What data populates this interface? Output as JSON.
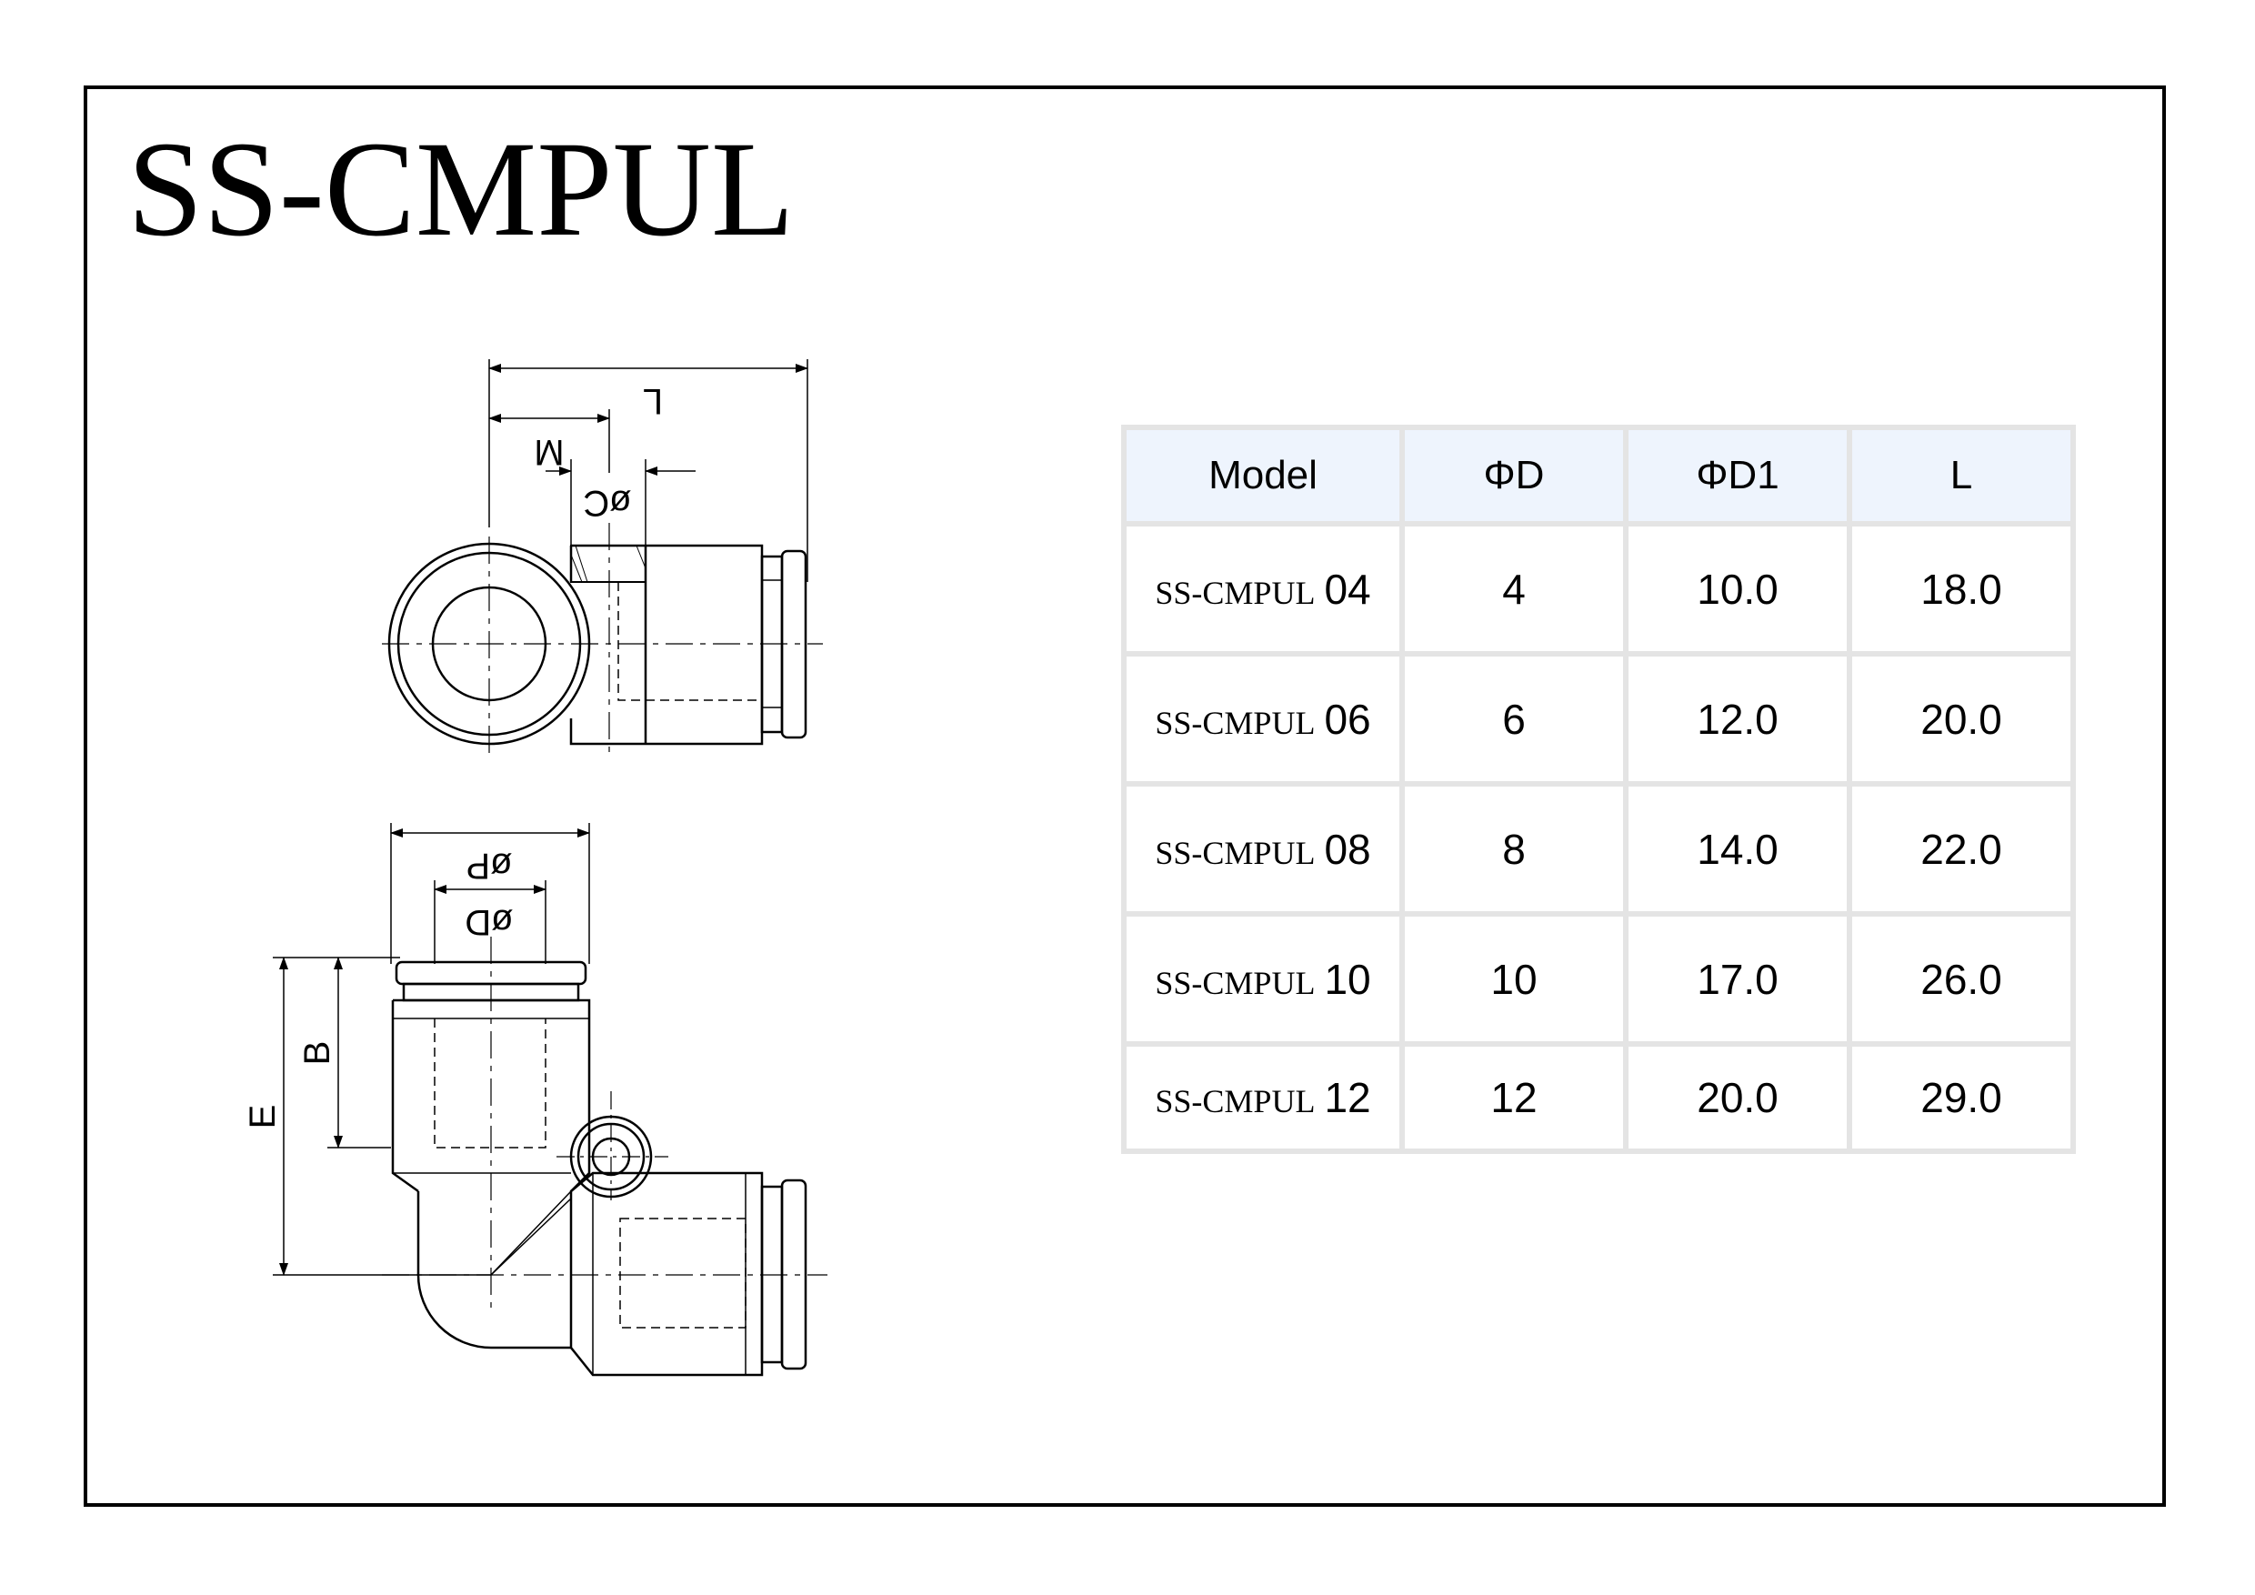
{
  "title": "SS-CMPUL",
  "drawing": {
    "labels": {
      "L": "L",
      "M": "M",
      "C": "øC",
      "P": "øP",
      "D": "øD",
      "B": "B",
      "E": "E"
    }
  },
  "table": {
    "headers": [
      "Model",
      "ΦD",
      "ΦD1",
      "L"
    ],
    "rows": [
      {
        "prefix": "SS-CMPUL",
        "size": "04",
        "d": "4",
        "d1": "10.0",
        "l": "18.0"
      },
      {
        "prefix": "SS-CMPUL",
        "size": "06",
        "d": "6",
        "d1": "12.0",
        "l": "20.0"
      },
      {
        "prefix": "SS-CMPUL",
        "size": "08",
        "d": "8",
        "d1": "14.0",
        "l": "22.0"
      },
      {
        "prefix": "SS-CMPUL",
        "size": "10",
        "d": "10",
        "d1": "17.0",
        "l": "26.0"
      },
      {
        "prefix": "SS-CMPUL",
        "size": "12",
        "d": "12",
        "d1": "20.0",
        "l": "29.0"
      }
    ]
  }
}
